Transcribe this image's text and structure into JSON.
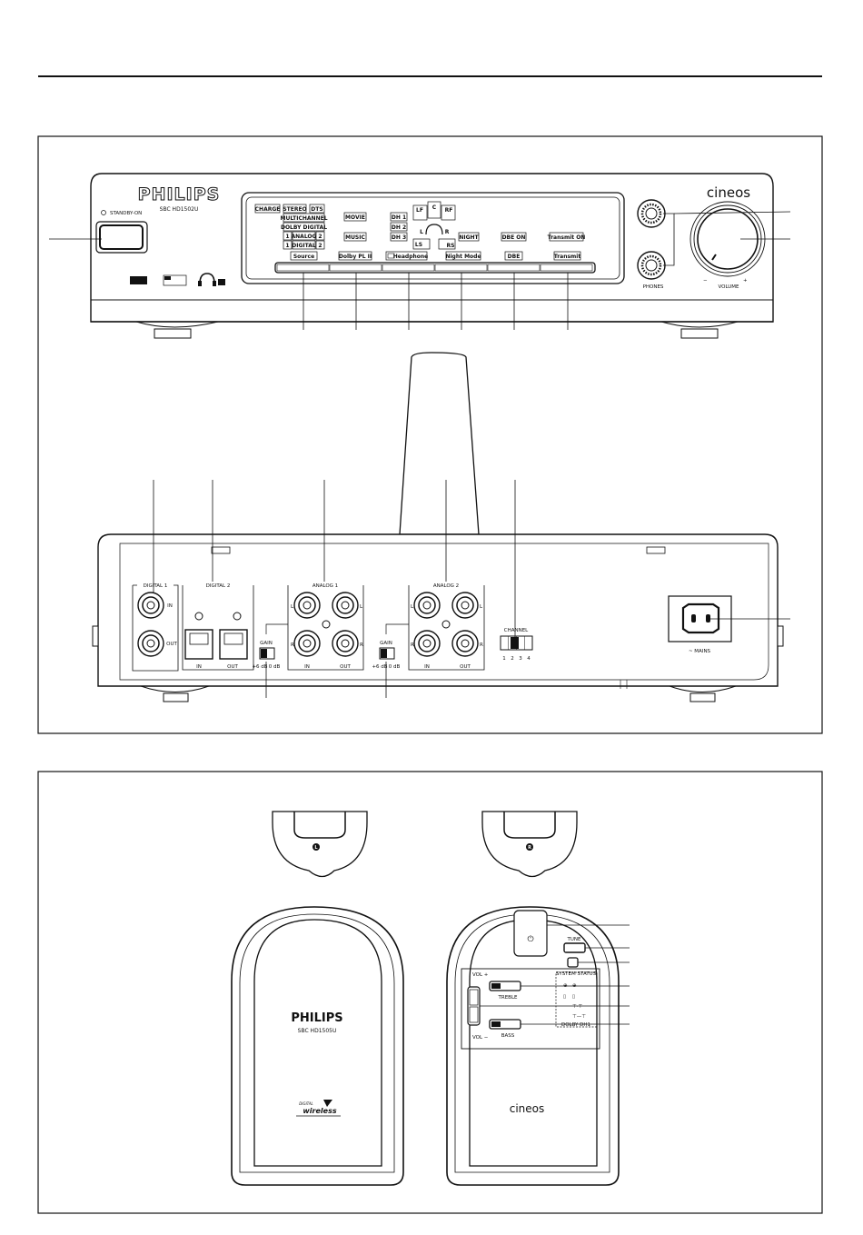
{
  "front_panel": {
    "brand": "PHILIPS",
    "model": "SBC HD1502U",
    "standby_label": "STANDBY-ON",
    "cineos_logo": "cineos",
    "display_labels": {
      "charge": "CHARGE",
      "stereo": "STEREO",
      "dts": "DTS",
      "multichannel": "MULTICHANNEL",
      "dolby_digital": "DOLBY DIGITAL",
      "analog": "ANALOG",
      "digital": "DIGITAL",
      "one": "1",
      "two": "2",
      "movie": "MOVIE",
      "music": "MUSIC",
      "dh1": "DH 1",
      "dh2": "DH 2",
      "dh3": "DH 3",
      "lf": "LF",
      "c": "C",
      "rf": "RF",
      "l": "L",
      "r": "R",
      "ls": "LS",
      "rs": "RS",
      "night": "NIGHT",
      "dbe_on": "DBE ON",
      "transmit_on": "Transmit ON"
    },
    "buttons": [
      "Source",
      "Dolby PL II",
      "Headphone",
      "Night Mode",
      "DBE",
      "Transmit"
    ],
    "phones_label": "PHONES",
    "volume_label": "VOLUME",
    "volume_minus": "−",
    "volume_plus": "+"
  },
  "rear_panel": {
    "digital1": "DIGITAL 1",
    "digital2": "DIGITAL 2",
    "analog1": "ANALOG 1",
    "analog2": "ANALOG 2",
    "in": "IN",
    "out": "OUT",
    "l": "L",
    "r": "R",
    "gain": "GAIN",
    "gain_6db": "+6 dB",
    "gain_0db": "0 dB",
    "channel": "CHANNEL",
    "channel_numbers": [
      "1",
      "2",
      "3",
      "4"
    ],
    "mains": "~ MAINS"
  },
  "headphones": {
    "left_badge": "L",
    "right_badge": "R",
    "brand": "PHILIPS",
    "model": "SBC HD1505U",
    "digital_wireless_small": "DIGITAL",
    "digital_wireless": "wireless",
    "power_symbol": "⏻",
    "tune": "TUNE",
    "system_status": "SYSTEM STATUS",
    "vol_plus": "VOL +",
    "vol_minus": "VOL −",
    "treble": "TREBLE",
    "bass": "BASS",
    "cineos_logo": "cineos",
    "status_rows": [
      "⊕",
      "▯",
      "⊤·⊤",
      "⊤—⊤"
    ],
    "dolby_row": "DOLBY DH1"
  }
}
